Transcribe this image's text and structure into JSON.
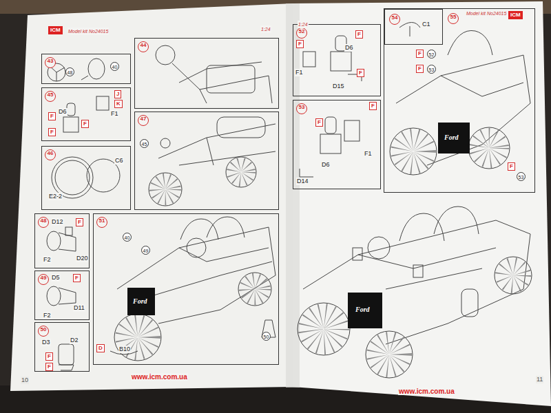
{
  "diagram": {
    "nodes": [
      {
        "text": [
          "43"
        ]
      },
      {
        "text": [
          "44"
        ]
      },
      {
        "text": [
          "45"
        ]
      },
      {
        "text": [
          "47"
        ]
      },
      {
        "text": [
          "46"
        ]
      },
      {
        "text": [
          "48"
        ]
      },
      {
        "text": [
          "51"
        ]
      },
      {
        "text": [
          "49"
        ]
      },
      {
        "text": [
          "50"
        ]
      },
      {
        "text": [
          "52"
        ]
      },
      {
        "text": [
          "55"
        ]
      },
      {
        "text": [
          "54"
        ],
        "in": 10
      },
      {
        "text": [
          "53"
        ]
      }
    ],
    "labels": [
      "ICM",
      "Model kit No24015",
      "1:24",
      "1:24",
      "Model kit No24015",
      "ICM",
      "48",
      "40",
      "D6",
      "J",
      "K",
      "F1",
      "F",
      "F",
      "F",
      "45",
      "C6",
      "E2-2",
      "D12",
      "F",
      "D20",
      "F2",
      "D5",
      "F",
      "D11",
      "F2",
      "D3",
      "D2",
      "F",
      "F",
      "40",
      "49",
      "Ford",
      "50",
      "D",
      "B10",
      "F",
      "F",
      "D6",
      "F1",
      "F",
      "D15",
      "F",
      "F",
      "F1",
      "D6",
      "D14",
      "C1",
      "F",
      "52",
      "F",
      "53",
      "Ford",
      "F",
      "53",
      "Ford",
      "10",
      "www.icm.com.ua",
      "www.icm.com.ua",
      "11"
    ]
  }
}
